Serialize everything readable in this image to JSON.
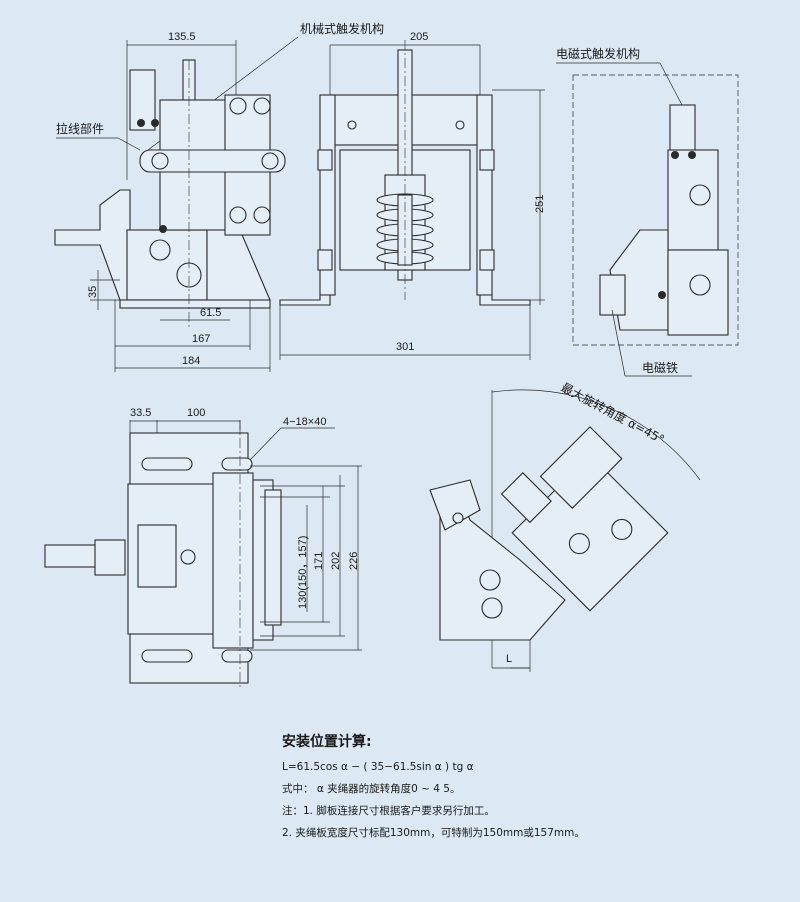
{
  "top_left_view": {
    "dim_top": "135.5",
    "label_mechanical_trigger": "机械式触发机构",
    "label_pull_wire": "拉线部件",
    "dim_35": "35",
    "dim_61_5": "61.5",
    "dim_167": "167",
    "dim_184": "184"
  },
  "top_middle_view": {
    "dim_top": "205",
    "dim_height": "251",
    "dim_bottom": "301"
  },
  "top_right_view": {
    "label_electromagnetic_trigger": "电磁式触发机构",
    "label_electromagnet": "电磁铁"
  },
  "bottom_left_view": {
    "dim_33_5": "33.5",
    "dim_100": "100",
    "slot_spec": "4−18×40",
    "dim_130": "130(150，157)",
    "dim_171": "171",
    "dim_202": "202",
    "dim_226": "226"
  },
  "bottom_right_view": {
    "label_max_angle": "最大旋转角度 α=45°",
    "dim_L": "L"
  },
  "notes": {
    "heading": "安装位置计算:",
    "formula": "L=61.5cos α − ( 35−61.5sin α ) tg α",
    "where": "式中： α 夹绳器的旋转角度0 ~ 4 5。",
    "note1": "注：1. 脚板连接尺寸根据客户要求另行加工。",
    "note2": "2. 夹绳板宽度尺寸标配130mm，可特制为150mm或157mm。"
  }
}
